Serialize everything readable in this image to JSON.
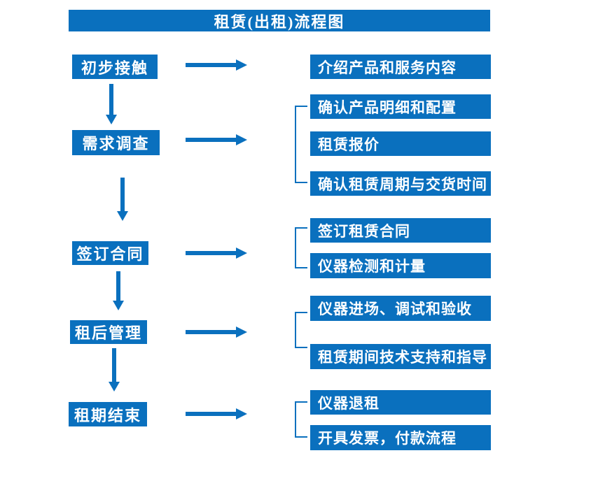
{
  "title": "租赁(出租)流程图",
  "colors": {
    "primary": "#0a70be",
    "text_on_primary": "#ffffff",
    "background": "#ffffff"
  },
  "stages": [
    {
      "label": "初步接触",
      "outputs": [
        "介绍产品和服务内容"
      ]
    },
    {
      "label": "需求调查",
      "outputs": [
        "确认产品明细和配置",
        "租赁报价",
        "确认租赁周期与交货时间"
      ]
    },
    {
      "label": "签订合同",
      "outputs": [
        "签订租赁合同",
        "仪器检测和计量"
      ]
    },
    {
      "label": "租后管理",
      "outputs": [
        "仪器进场、调试和验收",
        "租赁期间技术支持和指导"
      ]
    },
    {
      "label": "租期结束",
      "outputs": [
        "仪器退租",
        "开具发票，付款流程"
      ]
    }
  ]
}
